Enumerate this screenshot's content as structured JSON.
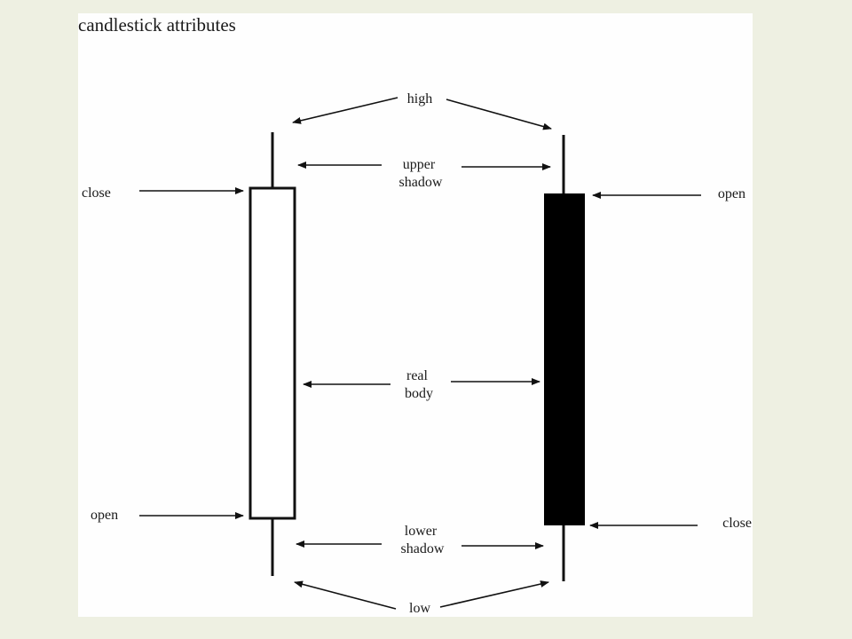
{
  "title": "candlestick attributes",
  "labels": {
    "high": "high",
    "upper_shadow": [
      "upper",
      "shadow"
    ],
    "real_body": [
      "real",
      "body"
    ],
    "lower_shadow": [
      "lower",
      "shadow"
    ],
    "low": "low",
    "white_candle": {
      "top": "close",
      "bottom": "open"
    },
    "black_candle": {
      "top": "open",
      "bottom": "close"
    }
  },
  "colors": {
    "page_background": "#eef0e2",
    "slide_background": "#fefefe",
    "ink": "#111111",
    "bullish_body_fill": "#ffffff",
    "bearish_body_fill": "#000000"
  }
}
